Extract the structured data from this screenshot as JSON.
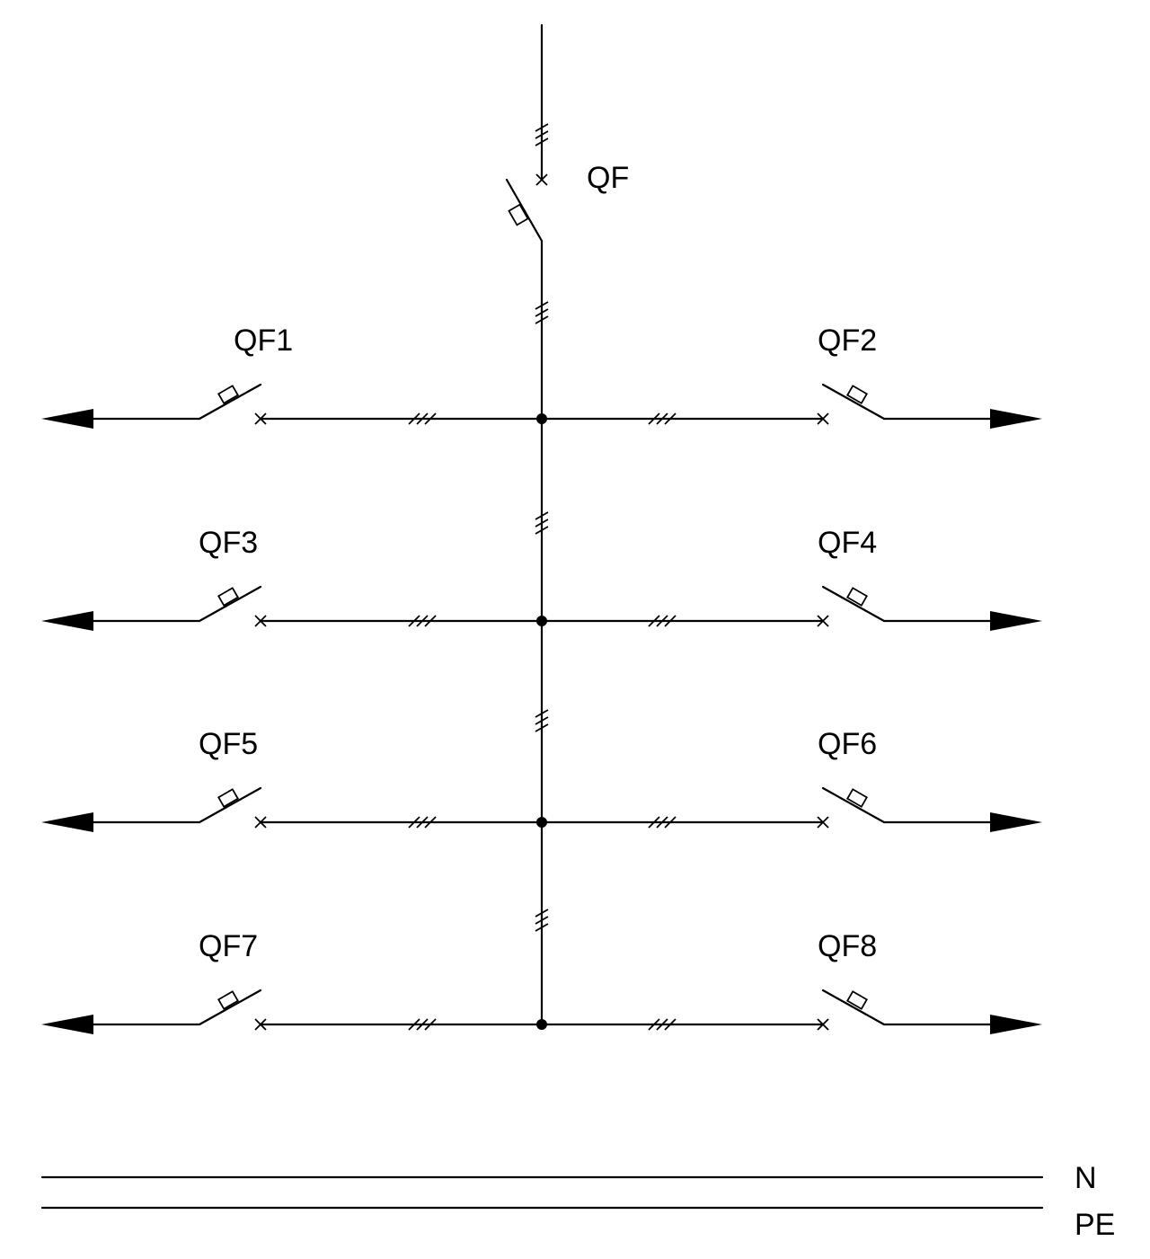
{
  "main_breaker": {
    "label": "QF"
  },
  "feeders": [
    {
      "label": "QF1",
      "side": "left"
    },
    {
      "label": "QF2",
      "side": "right"
    },
    {
      "label": "QF3",
      "side": "left"
    },
    {
      "label": "QF4",
      "side": "right"
    },
    {
      "label": "QF5",
      "side": "left"
    },
    {
      "label": "QF6",
      "side": "right"
    },
    {
      "label": "QF7",
      "side": "left"
    },
    {
      "label": "QF8",
      "side": "right"
    }
  ],
  "buses": [
    {
      "label": "N"
    },
    {
      "label": "PE"
    }
  ],
  "colors": {
    "line": "#000000",
    "background": "#ffffff"
  }
}
